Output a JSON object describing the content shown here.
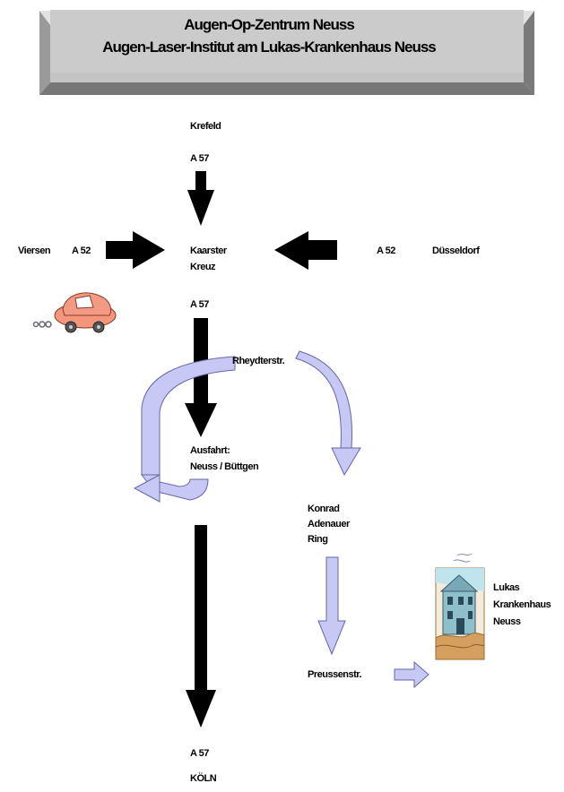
{
  "title": {
    "line1": "Augen-Op-Zentrum Neuss",
    "line2": "Augen-Laser-Institut am Lukas-Krankenhaus Neuss"
  },
  "places": {
    "krefeld": "Krefeld",
    "a57_top": "A 57",
    "viersen": "Viersen",
    "a52_left": "A 52",
    "kaarster": "Kaarster",
    "kreuz": "Kreuz",
    "a52_right": "A 52",
    "duesseldorf": "Düsseldorf",
    "a57_mid": "A 57",
    "rheydterstr": "Rheydterstr.",
    "ausfahrt1": "Ausfahrt:",
    "ausfahrt2": "Neuss / Büttgen",
    "konrad1": "Konrad",
    "konrad2": "Adenauer",
    "konrad3": "Ring",
    "lukas1": "Lukas",
    "lukas2": "Krankenhaus",
    "lukas3": "Neuss",
    "preussenstr": "Preussenstr.",
    "a57_bottom": "A 57",
    "koeln": "KÖLN"
  },
  "colors": {
    "highway_arrow": "#000000",
    "local_route_arrow": "#c8c8f4",
    "local_route_outline": "#6666aa",
    "banner_face": "#c4c4c4",
    "banner_side": "#8c8c8c"
  },
  "icons": {
    "car": "car-icon",
    "hospital": "hospital-building-icon"
  }
}
